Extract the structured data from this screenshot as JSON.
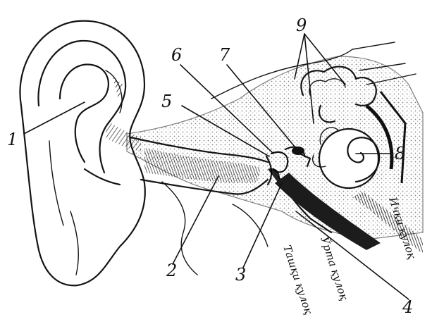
{
  "callouts": [
    {
      "id": "1",
      "text": "1"
    },
    {
      "id": "2",
      "text": "2"
    },
    {
      "id": "3",
      "text": "3"
    },
    {
      "id": "4",
      "text": "4"
    },
    {
      "id": "5",
      "text": "5"
    },
    {
      "id": "6",
      "text": "6"
    },
    {
      "id": "7",
      "text": "7"
    },
    {
      "id": "8",
      "text": "8"
    },
    {
      "id": "9",
      "text": "9"
    }
  ],
  "regions": {
    "outer_ear": "Ташқи қулоқ",
    "middle_ear": "Ўрта қулоқ",
    "inner_ear": "Ички қулоқ"
  },
  "colors": {
    "ink": "#141414",
    "paper": "#ffffff"
  }
}
